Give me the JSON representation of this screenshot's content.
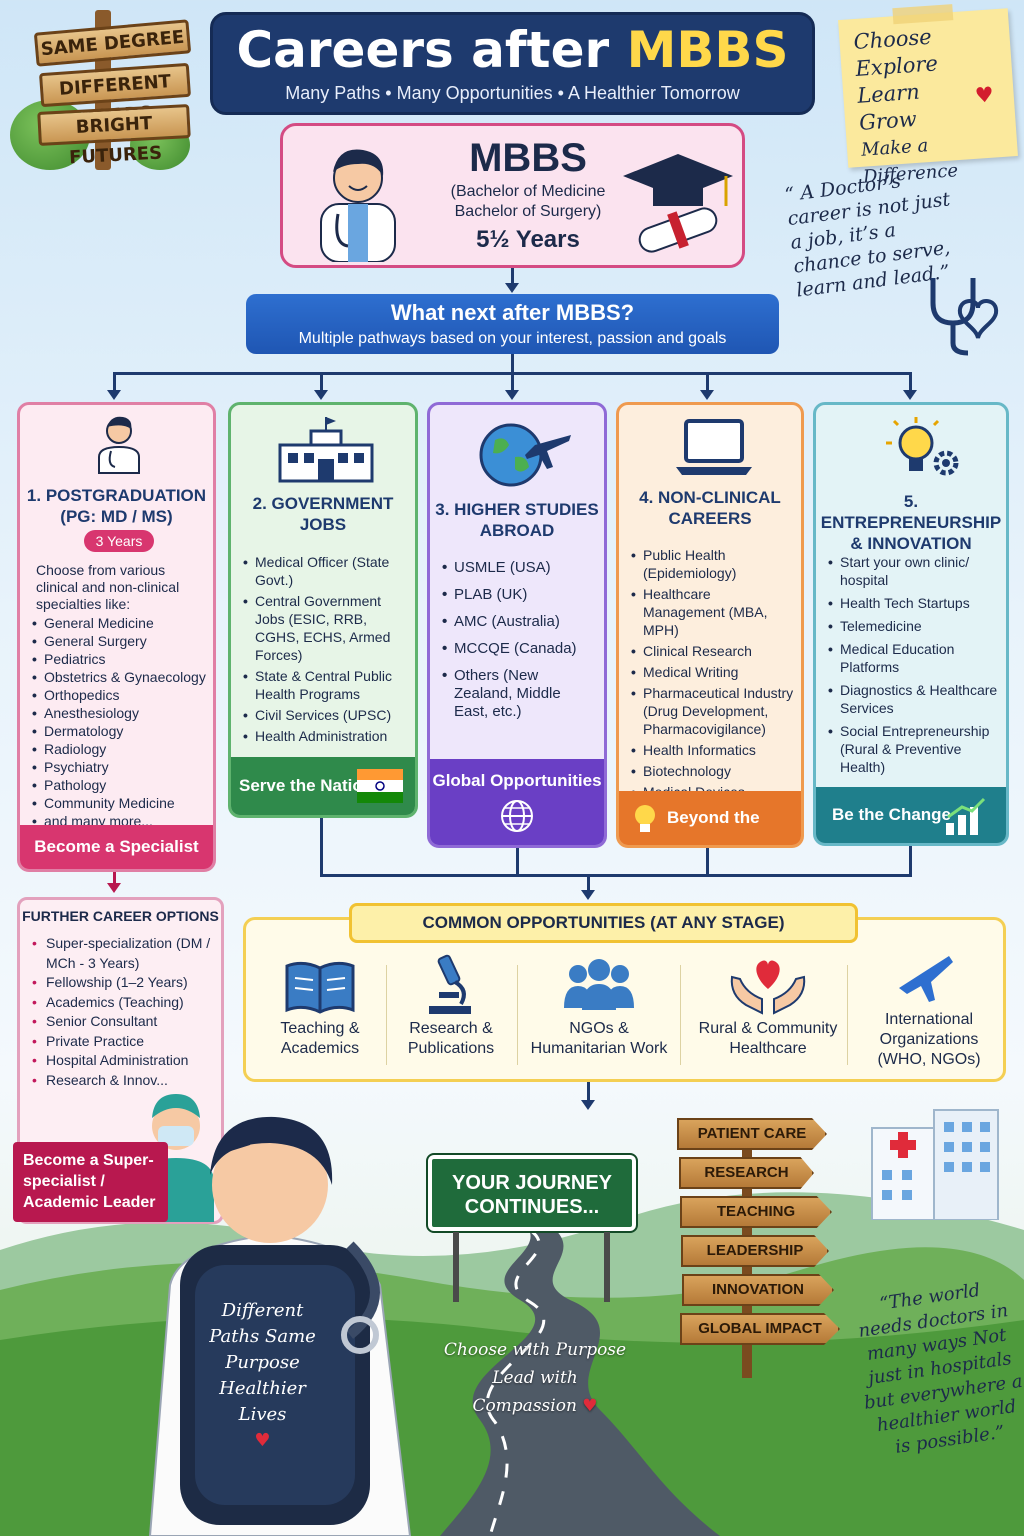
{
  "signpost": [
    "SAME DEGREE",
    "DIFFERENT ROADS",
    "BRIGHT FUTURES"
  ],
  "header": {
    "title_main": "Careers after ",
    "title_accent": "MBBS",
    "subtitle": "Many Paths  •  Many Opportunities  •  A Healthier Tomorrow"
  },
  "sticky_note": [
    "Choose",
    "Explore",
    "Learn",
    "Grow",
    "Make a Difference"
  ],
  "quote_top": "“ A Doctor’s career is not just a job, it’s a chance to serve, learn and lead.”",
  "mbbs": {
    "title": "MBBS",
    "full_1": "(Bachelor of Medicine",
    "full_2": "Bachelor of Surgery)",
    "duration": "5½ Years"
  },
  "next": {
    "title": "What next after MBBS?",
    "subtitle": "Multiple pathways based on your interest, passion and goals"
  },
  "columns": [
    {
      "title": "1. POSTGRADUATION (PG: MD / MS)",
      "badge": "3 Years",
      "intro": "Choose from various clinical and non-clinical specialties like:",
      "items": [
        "General Medicine",
        "General Surgery",
        "Pediatrics",
        "Obstetrics & Gynaecology",
        "Orthopedics",
        "Anesthesiology",
        "Dermatology",
        "Radiology",
        "Psychiatry",
        "Pathology",
        "Community Medicine",
        "and many more..."
      ],
      "footer": "Become a Specialist",
      "color": "#d8366f"
    },
    {
      "title": "2. GOVERNMENT JOBS",
      "items": [
        "Medical Officer (State Govt.)",
        "Central Government Jobs (ESIC, RRB, CGHS, ECHS, Armed Forces)",
        "State & Central Public Health Programs",
        "Civil Services (UPSC)",
        "Health Administration"
      ],
      "footer": "Serve the Nation",
      "color": "#2f8a4b"
    },
    {
      "title": "3. HIGHER STUDIES ABROAD",
      "items": [
        "USMLE (USA)",
        "PLAB (UK)",
        "AMC (Australia)",
        "MCCQE (Canada)",
        "Others (New Zealand, Middle East, etc.)"
      ],
      "footer": "Global Opportunities",
      "color": "#6a3fc5"
    },
    {
      "title": "4. NON-CLINICAL CAREERS",
      "items": [
        "Public Health (Epidemiology)",
        "Healthcare Management (MBA, MPH)",
        "Clinical Research",
        "Medical Writing",
        "Pharmaceutical Industry (Drug Development, Pharmacovigilance)",
        "Health Informatics",
        "Biotechnology",
        "Medical Devices"
      ],
      "footer": "Beyond the Clinic",
      "color": "#e6762a"
    },
    {
      "title": "5. ENTREPRENEURSHIP & INNOVATION",
      "items": [
        "Start your own clinic/ hospital",
        "Health Tech Startups",
        "Telemedicine",
        "Medical Education Platforms",
        "Diagnostics & Healthcare Services",
        "Social Entrepreneurship (Rural & Preventive Health)"
      ],
      "footer": "Be the Change",
      "color": "#1f7f8c"
    }
  ],
  "further": {
    "title": "FURTHER CAREER OPTIONS",
    "items": [
      "Super-specialization (DM / MCh - 3 Years)",
      "Fellowship (1–2 Years)",
      "Academics (Teaching)",
      "Senior Consultant",
      "Private Practice",
      "Hospital Administration",
      "Research & Innov..."
    ],
    "badge": "Become a Super-specialist / Academic Leader"
  },
  "common": {
    "title": "COMMON OPPORTUNITIES (AT ANY STAGE)",
    "items": [
      {
        "label": "Teaching & Academics",
        "icon": "book-icon"
      },
      {
        "label": "Research & Publications",
        "icon": "microscope-icon"
      },
      {
        "label": "NGOs & Humanitarian Work",
        "icon": "people-icon"
      },
      {
        "label": "Rural & Community Healthcare",
        "icon": "heart-hands-icon"
      },
      {
        "label": "International Organizations (WHO, NGOs)",
        "icon": "airplane-icon"
      }
    ]
  },
  "journey": {
    "sign": "YOUR JOURNEY CONTINUES...",
    "road_note_1": "Choose with Purpose",
    "road_note_2": "Lead with Compassion",
    "backpack": "Different Paths Same Purpose Healthier Lives"
  },
  "direction_signs": [
    "PATIENT CARE",
    "RESEARCH",
    "TEACHING",
    "LEADERSHIP",
    "INNOVATION",
    "GLOBAL IMPACT"
  ],
  "quote_bottom": "“The world needs doctors in many ways Not just in hospitals but everywhere a healthier world is possible.”"
}
